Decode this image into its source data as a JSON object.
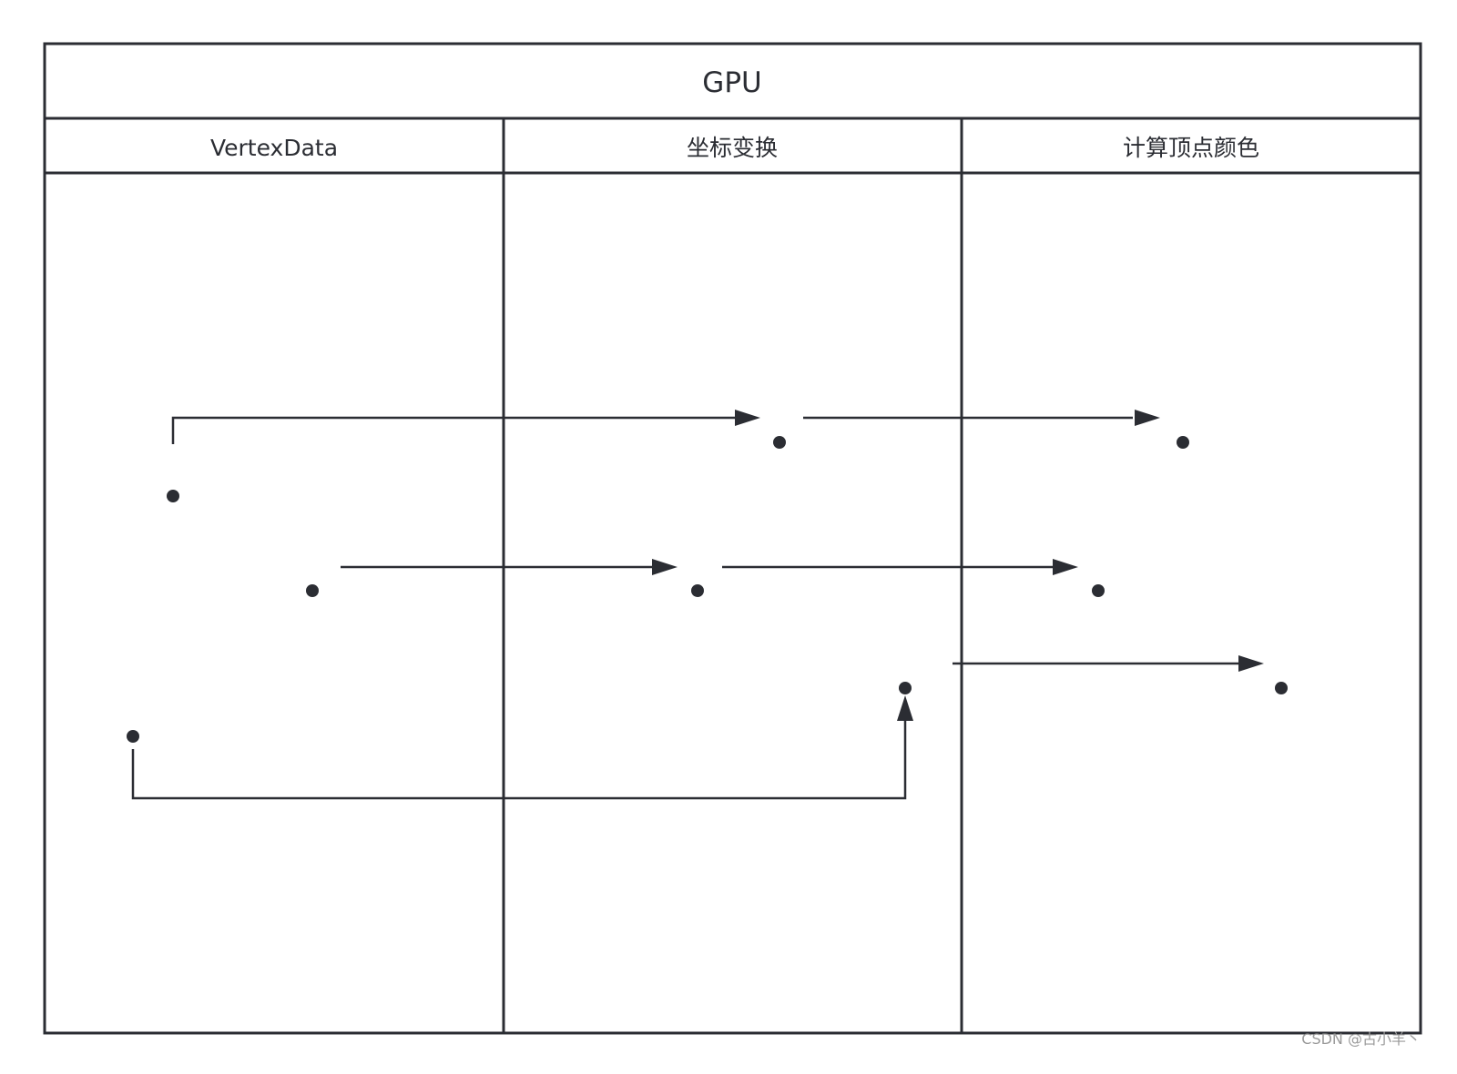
{
  "diagram": {
    "title": "GPU",
    "lanes": [
      {
        "label": "VertexData"
      },
      {
        "label": "坐标变换"
      },
      {
        "label": "计算顶点颜色"
      }
    ],
    "colors": {
      "stroke": "#2b2d33",
      "background": "#ffffff",
      "watermark": "#9a9a9a"
    }
  },
  "watermark": {
    "text": "CSDN @古小羊丶"
  }
}
